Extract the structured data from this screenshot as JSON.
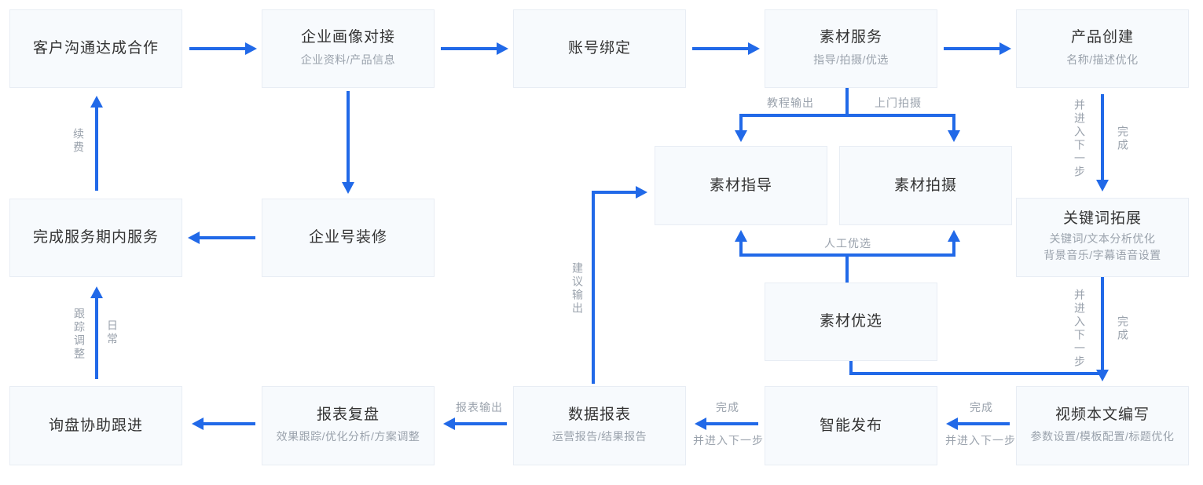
{
  "nodes": [
    {
      "id": "customer-cooperation",
      "title": "客户沟通达成合作"
    },
    {
      "id": "enterprise-profile",
      "title": "企业画像对接",
      "subtitle": "企业资料/产品信息"
    },
    {
      "id": "account-binding",
      "title": "账号绑定"
    },
    {
      "id": "material-service",
      "title": "素材服务",
      "subtitle": "指导/拍摄/优选"
    },
    {
      "id": "product-creation",
      "title": "产品创建",
      "subtitle": "名称/描述优化"
    },
    {
      "id": "material-guidance",
      "title": "素材指导"
    },
    {
      "id": "material-shooting",
      "title": "素材拍摄"
    },
    {
      "id": "keyword-expansion",
      "title": "关键词拓展",
      "subtitle": "关键词/文本分析优化",
      "subtitle2": "背景音乐/字幕语音设置"
    },
    {
      "id": "in-service-completion",
      "title": "完成服务期内服务"
    },
    {
      "id": "account-decoration",
      "title": "企业号装修"
    },
    {
      "id": "material-selection",
      "title": "素材优选"
    },
    {
      "id": "inquiry-follow",
      "title": "询盘协助跟进"
    },
    {
      "id": "report-review",
      "title": "报表复盘",
      "subtitle": "效果跟踪/优化分析/方案调整"
    },
    {
      "id": "data-report",
      "title": "数据报表",
      "subtitle": "运营报告/结果报告"
    },
    {
      "id": "smart-publish",
      "title": "智能发布"
    },
    {
      "id": "video-script",
      "title": "视频本文编写",
      "subtitle": "参数设置/模板配置/标题优化"
    }
  ],
  "labels": {
    "renewal": "续费",
    "tutorial_output": "教程输出",
    "onsite_shooting": "上门拍摄",
    "complete": "完成",
    "and_next_step": "并进入下一步",
    "manual_selection": "人工优选",
    "suggestion_output": "建议输出",
    "tracking_adjustment": "跟踪调整",
    "daily": "日常",
    "report_output": "报表输出"
  },
  "colors": {
    "arrow": "#2169e8",
    "box_fill": "#f7fafd",
    "box_border": "#e8edf4",
    "title": "#333333",
    "muted": "#9aa2ac"
  }
}
